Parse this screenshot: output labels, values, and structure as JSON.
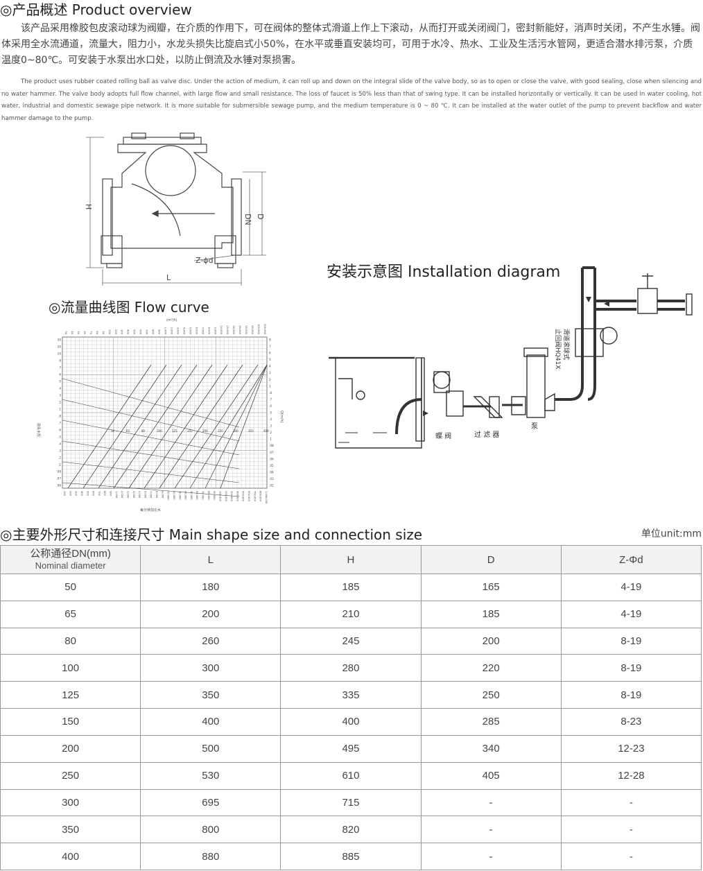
{
  "overview": {
    "title": "◎产品概述 Product overview",
    "cn_text": "该产品采用橡胶包皮滚动球为阀瓣，在介质的作用下，可在阀体的整体式滑道上作上下滚动，从而打开或关闭阀门，密封新能好，消声时关闭，不产生水锤。阀体采用全水流通道，流量大，阻力小，水龙头损失比旋启式小50%，在水平或垂直安装均可，可用于水冷、热水、工业及生活污水管网，更适合潜水排污泵，介质温度0~80℃。可安装于水泵出水口处，以防止倒流及水锤对泵损害。",
    "en_text": "The product uses rubber coated rolling ball as valve disc. Under the action of medium, it can roll up and down on the integral slide of the valve body, so as to open or close the valve, with good sealing, close when silencing and no water hammer. The valve body adopts full flow channel, with large flow and small resistance. The loss of faucet is 50% less than that of swing type. It can be installed horizontally or vertically. It can be used in water cooling, hot water, industrial and domestic sewage pipe network. It is more suitable for submersible sewage pump, and the medium temperature is 0 ~ 80 ℃. It can be installed at the water outlet of the pump to prevent backflow and water hammer damage to the pump."
  },
  "drawing": {
    "label_h": "H",
    "label_dn": "DN",
    "label_d": "D",
    "label_l": "L",
    "label_zd": "Z-ϕd"
  },
  "flow_curve": {
    "title": "◎流量曲线图 Flow curve",
    "top_unit": "(m³/h)",
    "bottom_label": "每分钟加仑水",
    "left_label": "损失水柱",
    "right_label": "Q(m/h)",
    "top_ticks": [
      "30",
      "40",
      "50",
      "60",
      "70",
      "80",
      "90",
      "100",
      "200",
      "300",
      "400",
      "500",
      "600",
      "700",
      "800",
      "900",
      "1,000",
      "2,000",
      "3,000",
      "4,000",
      "5,000",
      "6,000",
      "7,000",
      "8,000",
      "9,000",
      "10,000",
      "20,000",
      "30,000",
      "40,000",
      "50,000",
      "60,000",
      "100,000",
      "200,000"
    ],
    "bottom_ticks": [
      "100",
      "200",
      "300",
      "400",
      "500",
      "600",
      "700",
      "800",
      "900",
      "1,000",
      "2,000",
      "3,000",
      "4,000",
      "5,000",
      "6,000",
      "7,000",
      "8,000",
      "9,000",
      "10,000",
      "20,000",
      "30,000",
      "40,000",
      "50,000",
      "60,000",
      "70,000",
      "80,000",
      "90,000",
      "100,000",
      "200,000",
      "300,000",
      "400,000",
      "500,000",
      "600,000",
      "700,000",
      "800,000",
      "1,000,000"
    ],
    "left_ticks": [
      "30",
      "20",
      "10",
      "8",
      "7",
      "6",
      "5",
      "4",
      "3",
      "2",
      "1",
      ".8",
      ".7",
      ".6",
      ".5",
      ".4",
      ".3",
      ".2",
      ".1",
      ".08",
      ".07",
      ".06"
    ],
    "right_ticks": [
      "8",
      "7",
      "6",
      "5",
      "4",
      "3",
      "2",
      "1",
      ".8",
      ".7",
      ".6",
      ".5",
      ".4",
      ".3",
      ".2",
      ".1",
      ".08",
      ".07",
      ".06",
      ".05",
      ".04",
      ".03",
      ".02"
    ],
    "dn_labels": [
      "50",
      "65",
      "80",
      "100",
      "125",
      "150",
      "200",
      "250",
      "300",
      "350",
      "400"
    ]
  },
  "installation": {
    "title": "安装示意图 Installation diagram",
    "valve_label_1": "滑道滚球式",
    "valve_label_2": "止回阀HQ41X",
    "butterfly": "蝶 阀",
    "filter": "过 滤 器",
    "pump": "泵"
  },
  "dimensions": {
    "title": "◎主要外形尺寸和连接尺寸 Main shape size and connection size",
    "unit": "单位unit:mm",
    "headers": {
      "dn_cn": "公称通径DN(mm)",
      "dn_en": "Nominal diameter",
      "l": "L",
      "h": "H",
      "d": "D",
      "zd": "Z-Φd"
    },
    "rows": [
      {
        "dn": "50",
        "l": "180",
        "h": "185",
        "d": "165",
        "zd": "4-19"
      },
      {
        "dn": "65",
        "l": "200",
        "h": "210",
        "d": "185",
        "zd": "4-19"
      },
      {
        "dn": "80",
        "l": "260",
        "h": "245",
        "d": "200",
        "zd": "8-19"
      },
      {
        "dn": "100",
        "l": "300",
        "h": "280",
        "d": "220",
        "zd": "8-19"
      },
      {
        "dn": "125",
        "l": "350",
        "h": "335",
        "d": "250",
        "zd": "8-19"
      },
      {
        "dn": "150",
        "l": "400",
        "h": "400",
        "d": "285",
        "zd": "8-23"
      },
      {
        "dn": "200",
        "l": "500",
        "h": "495",
        "d": "340",
        "zd": "12-23"
      },
      {
        "dn": "250",
        "l": "530",
        "h": "610",
        "d": "405",
        "zd": "12-28"
      },
      {
        "dn": "300",
        "l": "695",
        "h": "715",
        "d": "-",
        "zd": "-"
      },
      {
        "dn": "350",
        "l": "800",
        "h": "820",
        "d": "-",
        "zd": "-"
      },
      {
        "dn": "400",
        "l": "880",
        "h": "885",
        "d": "-",
        "zd": "-"
      }
    ]
  }
}
